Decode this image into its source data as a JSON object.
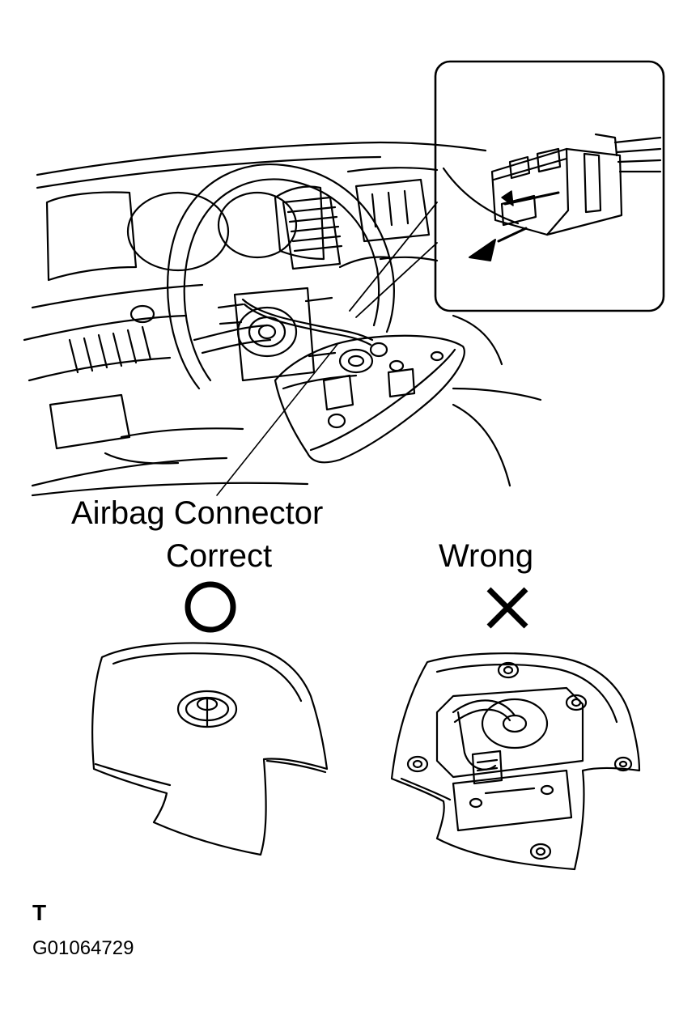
{
  "labels": {
    "airbag_connector": "Airbag Connector",
    "correct": "Correct",
    "wrong": "Wrong",
    "code": "T",
    "figure_id": "G01064729"
  },
  "symbols": {
    "correct_icon": "circle-icon",
    "wrong_icon": "cross-icon"
  },
  "colors": {
    "ink": "#000000",
    "paper": "#ffffff"
  }
}
